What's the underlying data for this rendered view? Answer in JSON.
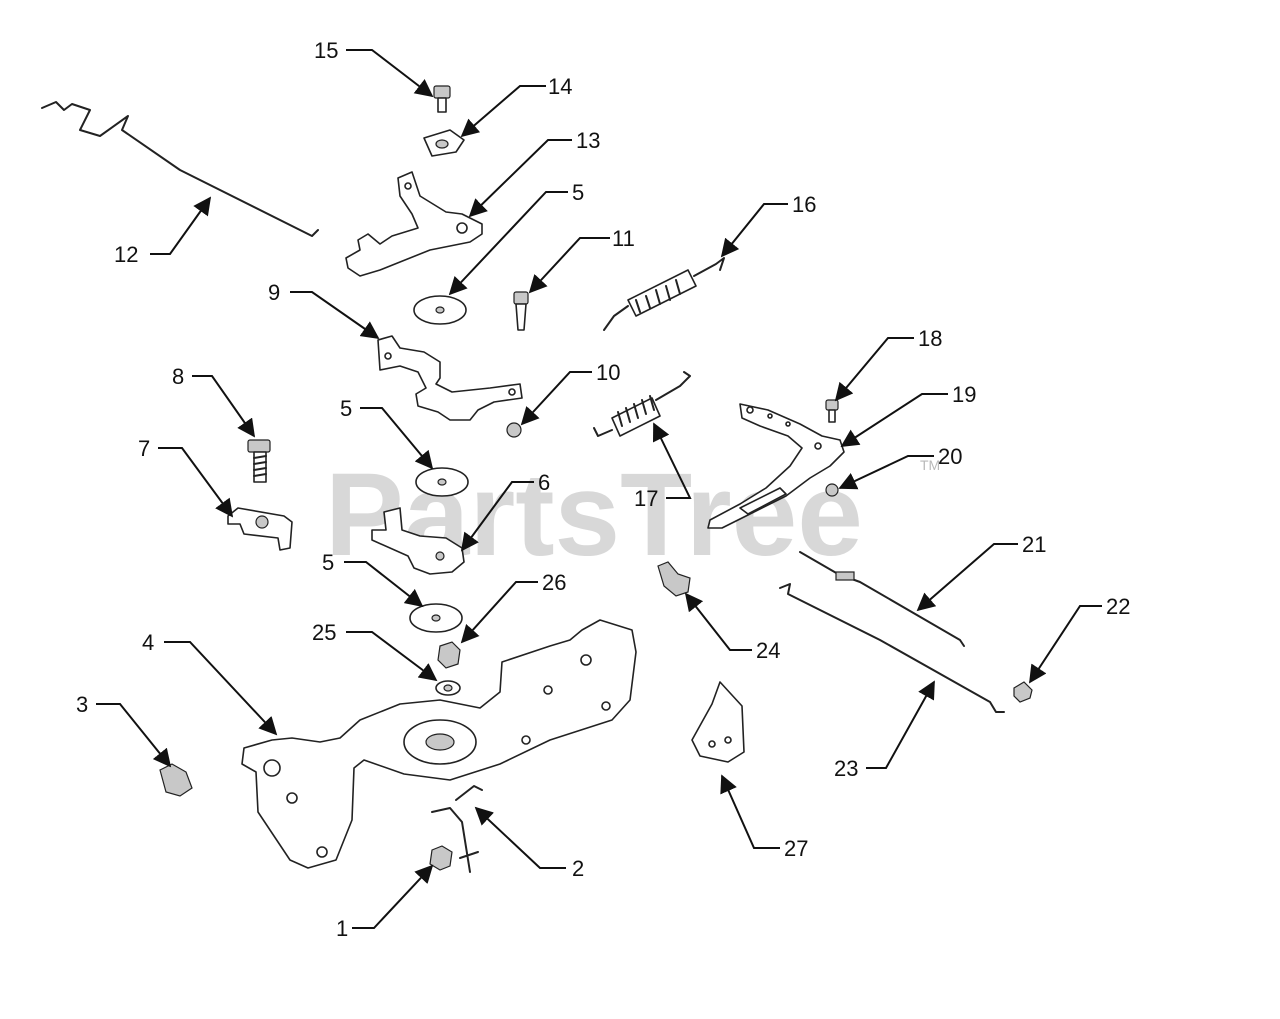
{
  "watermark": {
    "brand": "PartsTree",
    "trademark": "TM"
  },
  "callouts": [
    "15",
    "14",
    "13",
    "12",
    "5",
    "11",
    "16",
    "9",
    "10",
    "18",
    "19",
    "8",
    "7",
    "5",
    "17",
    "20",
    "6",
    "21",
    "5",
    "26",
    "25",
    "24",
    "22",
    "4",
    "3",
    "23",
    "2",
    "27",
    "1"
  ]
}
